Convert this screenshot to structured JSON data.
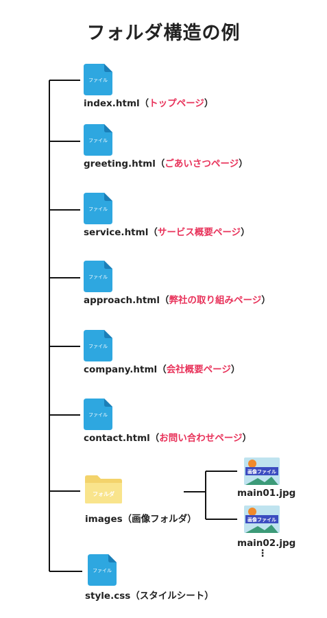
{
  "title": "フォルダ構造の例",
  "icon_text": {
    "file": "ファイル",
    "folder": "フォルダ",
    "image": "画像ファイル"
  },
  "files": [
    {
      "name": "index.html",
      "desc": "トップページ"
    },
    {
      "name": "greeting.html",
      "desc": "ごあいさつページ"
    },
    {
      "name": "service.html",
      "desc": "サービス概要ページ"
    },
    {
      "name": "approach.html",
      "desc": "弊社の取り組みページ"
    },
    {
      "name": "company.html",
      "desc": "会社概要ページ"
    },
    {
      "name": "contact.html",
      "desc": "お問い合わせページ"
    }
  ],
  "folder": {
    "name": "images",
    "desc": "画像フォルダ"
  },
  "images": [
    "main01.jpg",
    "main02.jpg"
  ],
  "more_indicator": "⋮",
  "stylesheet": {
    "name": "style.css",
    "desc": "スタイルシート"
  },
  "paren_open": "（",
  "paren_close": "）",
  "colors": {
    "file_blue": "#2ea7e0",
    "file_fold": "#1b7fb8",
    "folder_yellow": "#f9e48c",
    "desc_red": "#e8325a",
    "image_banner": "#3b4cc0",
    "image_sun": "#f08a2c",
    "image_sky": "#bfe3ef",
    "image_mountain": "#3c9a78"
  }
}
